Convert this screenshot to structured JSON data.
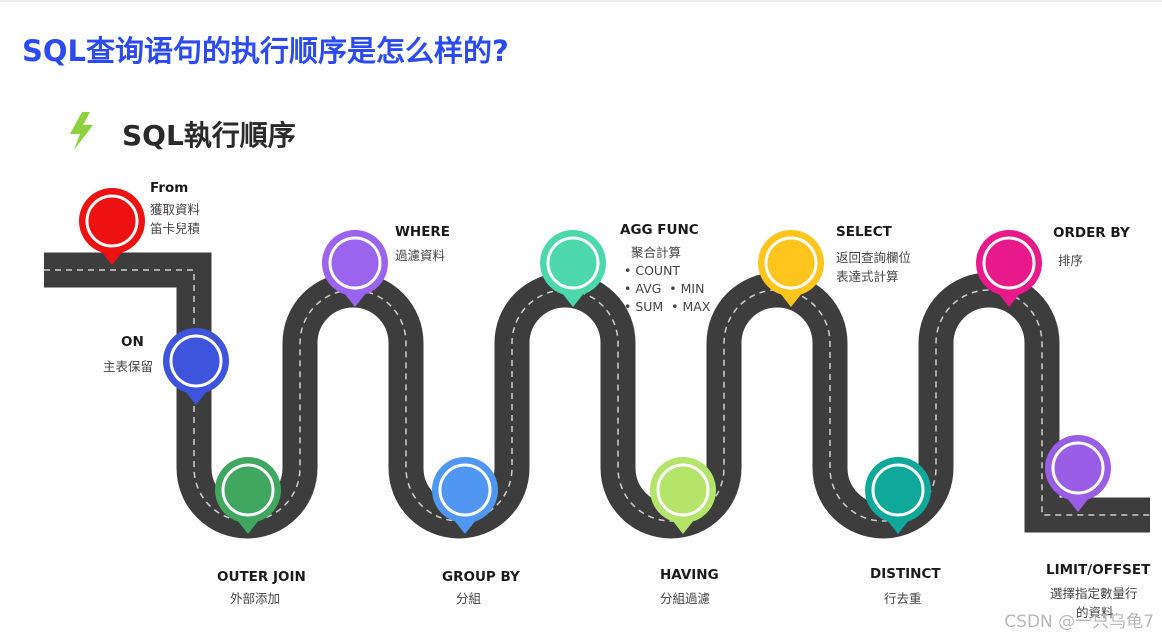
{
  "page_title": "SQL查询语句的执行顺序是怎么样的?",
  "diagram_title": "SQL執行順序",
  "watermark": "CSDN @一只乌龟7",
  "colors": {
    "title": "#2b4bf2",
    "road": "#3d3d3d",
    "lightning": "#8dd13c"
  },
  "stages": [
    {
      "label": "From",
      "lines": [
        "獲取資料",
        "笛卡兒積"
      ],
      "color": "#ee1111"
    },
    {
      "label": "ON",
      "lines": [
        "主表保留"
      ],
      "color": "#3d55dc"
    },
    {
      "label": "OUTER JOIN",
      "lines": [
        "外部添加"
      ],
      "color": "#3fa75e"
    },
    {
      "label": "WHERE",
      "lines": [
        "過濾資料"
      ],
      "color": "#9b63ee"
    },
    {
      "label": "GROUP BY",
      "lines": [
        "分組"
      ],
      "color": "#4f97f0"
    },
    {
      "label": "AGG FUNC",
      "lines": [
        "聚合計算",
        "• COUNT",
        "• AVG  • MIN",
        "• SUM  • MAX"
      ],
      "color": "#4dd8ac"
    },
    {
      "label": "HAVING",
      "lines": [
        "分組過濾"
      ],
      "color": "#b5e46b"
    },
    {
      "label": "SELECT",
      "lines": [
        "返回查詢欄位",
        "表達式計算"
      ],
      "color": "#ffc51d"
    },
    {
      "label": "DISTINCT",
      "lines": [
        "行去重"
      ],
      "color": "#0fa89a"
    },
    {
      "label": "ORDER BY",
      "lines": [
        "排序"
      ],
      "color": "#e8198b"
    },
    {
      "label": "LIMIT/OFFSET",
      "lines": [
        "選擇指定數量行",
        "的資料"
      ],
      "color": "#9b5de5"
    }
  ]
}
